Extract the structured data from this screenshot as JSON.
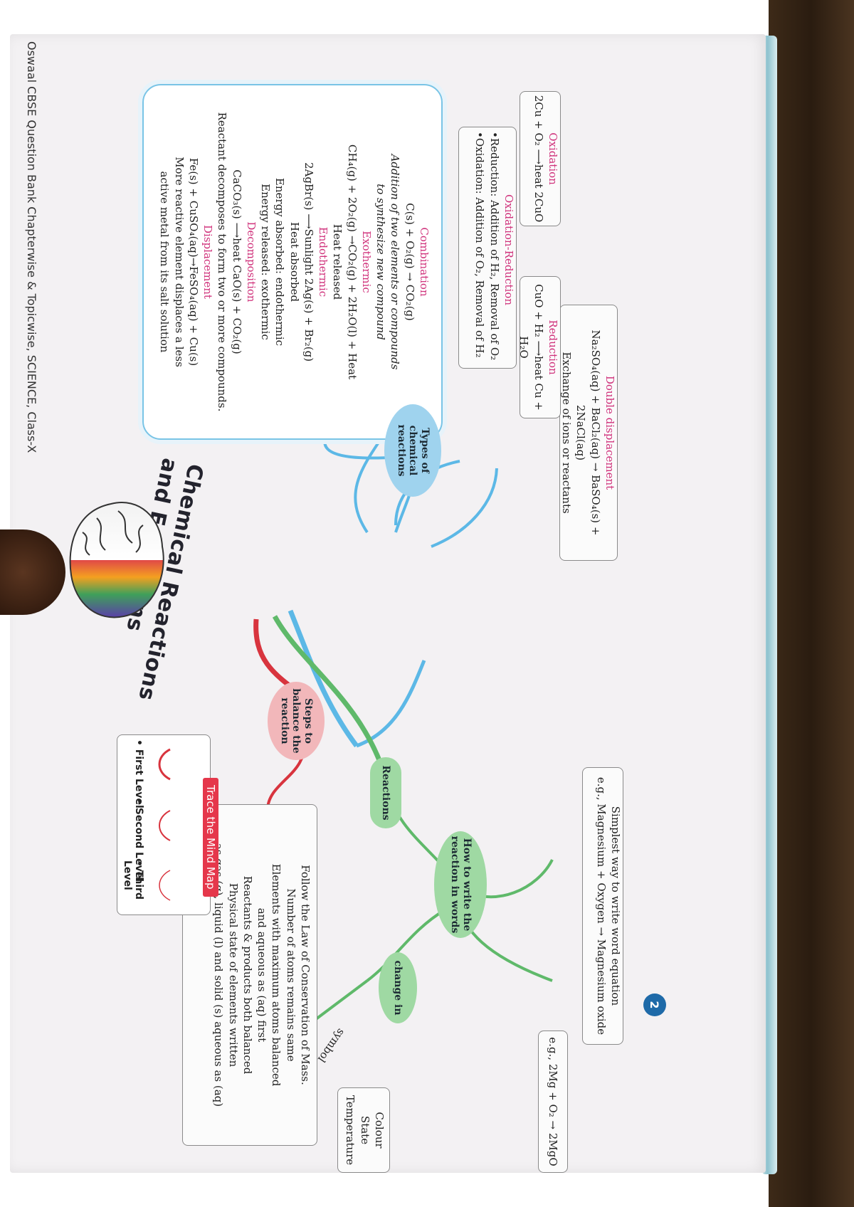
{
  "title": {
    "line1": "Chemical Reactions",
    "line2": "and Equations"
  },
  "footer": {
    "text": "Oswaal CBSE Question Bank Chapterwise & Topicwise, SCIENCE, Class-X",
    "page_number": "2"
  },
  "colors": {
    "blue": "#5cb8e6",
    "green": "#5fb96a",
    "red": "#d8343e",
    "pink_text": "#d0337c"
  },
  "nodes": {
    "types": "Types of chemical reactions",
    "reactions": "Reactions",
    "words": "How to write the reaction in words",
    "change": "change in",
    "steps": "Steps to balance the reaction",
    "symbol": "symbol"
  },
  "double_displacement": {
    "heading": "Double displacement",
    "equation": "Na₂SO₄(aq) + BaCl₂(aq) → BaSO₄(s) + 2NaCl(aq)",
    "note": "Exchange of ions or reactants"
  },
  "redox": {
    "oxidation_heading": "Oxidation",
    "oxidation_eq": "2Cu + O₂ ⟶heat 2CuO",
    "reduction_heading": "Reduction",
    "reduction_eq": "CuO + H₂ ⟶heat Cu + H₂O",
    "heading": "Oxidation-Reduction",
    "line1": "•Reduction: Addition of H₂, Removal of O₂",
    "line2": "•Oxidation: Addition of O₂, Removal of H₂"
  },
  "big_box": {
    "combination_heading": "Combination",
    "combination_eq": "C(s) + O₂(g) → CO₂(g)",
    "combination_note1": "Addition of two elements or compounds",
    "combination_note2": "to synthesize new compound",
    "exothermic_heading": "Exothermic",
    "exothermic_eq": "CH₄(g) + 2O₂(g) →CO₂(g) + 2H₂O(l) + Heat",
    "exothermic_note": "Heat released",
    "endothermic_heading": "Endothermic",
    "endothermic_eq": "2AgBr(s) ⟶Sunlight 2Ag(s) + Br₂(g)",
    "endothermic_note1": "Heat absorbed",
    "endothermic_note2": "Energy absorbed: endothermic",
    "endothermic_note3": "Energy released: exothermic",
    "decomposition_heading": "Decomposition",
    "decomposition_eq": "CaCO₃(s) ⟶heat CaO(s) + CO₂(g)",
    "decomposition_note": "Reactant decomposes to form two or more compounds.",
    "displacement_heading": "Displacement",
    "displacement_eq": "Fe(s) + CuSO₄(aq)→FeSO₄(aq) + Cu(s)",
    "displacement_note1": "More reactive element displaces a less",
    "displacement_note2": "active metal from its salt solution"
  },
  "word_equation": {
    "line1": "Simplest way to write word equation",
    "line2": "e.g., Magnesium + Oxygen → Magnesium oxide"
  },
  "symbol_example": "e.g., 2Mg + O₂ → 2MgO",
  "change_box": [
    "Colour",
    "State",
    "Temperature"
  ],
  "balance_box": {
    "line1": "Follow the Law of Conservation of Mass.",
    "line2": "Number of atoms remains same",
    "line3": "Elements with maximum atoms balanced",
    "line4": "and aqueous as (aq) first",
    "line5": "Reactants & products both balanced",
    "line6": "Physical state of elements written",
    "line7": "as gas (g), liquid (l) and solid (s) aqueous as (aq)"
  },
  "legend": {
    "header": "Trace the Mind Map",
    "levels": [
      "• First Level",
      "• Second Level",
      "• Third Level"
    ]
  }
}
